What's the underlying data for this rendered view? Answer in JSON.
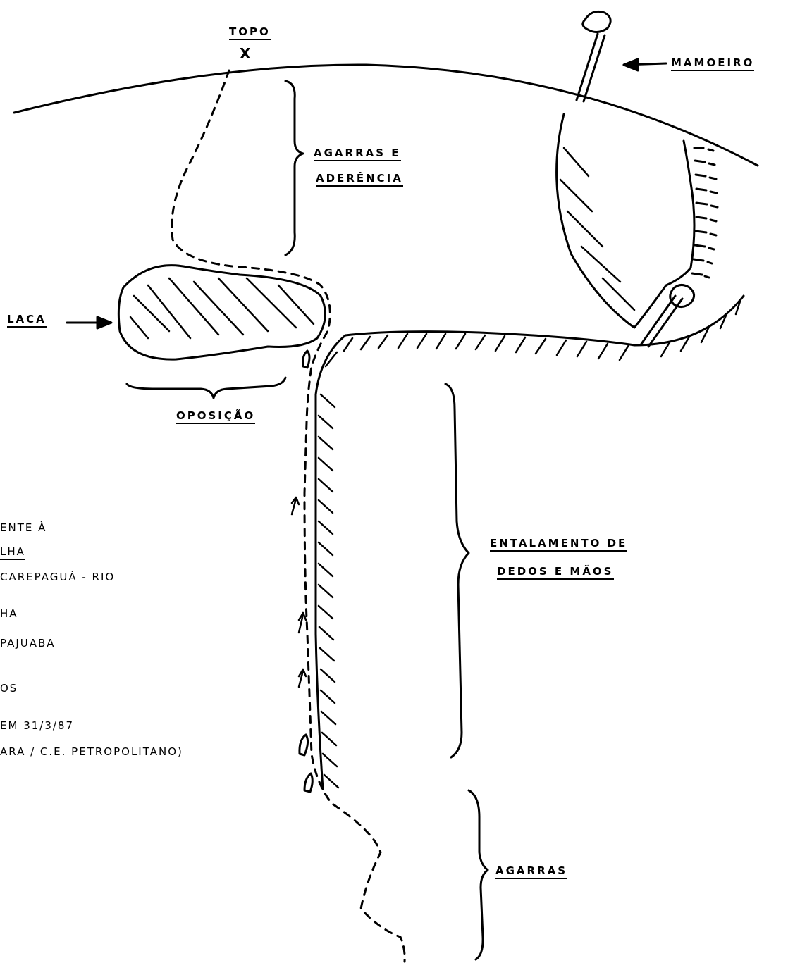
{
  "labels": {
    "topo": "TOPO",
    "topo_mark": "X",
    "mamoeiro": "MAMOEIRO",
    "agarras_e": "AGARRAS E",
    "aderencia": "ADERÊNCIA",
    "laca": "LACA",
    "oposicao": "OPOSIÇÃO",
    "entalamento_line1": "ENTALAMENTO DE",
    "entalamento_line2": "DEDOS E MÃOS",
    "agarras": "AGARRAS"
  },
  "notes": [
    "ENTE À",
    "LHA",
    "CAREPAGUÁ - RIO",
    "HA",
    "PAJUABA",
    "OS",
    "EM 31/3/87",
    "ARA / C.E. PETROPOLITANO)"
  ]
}
